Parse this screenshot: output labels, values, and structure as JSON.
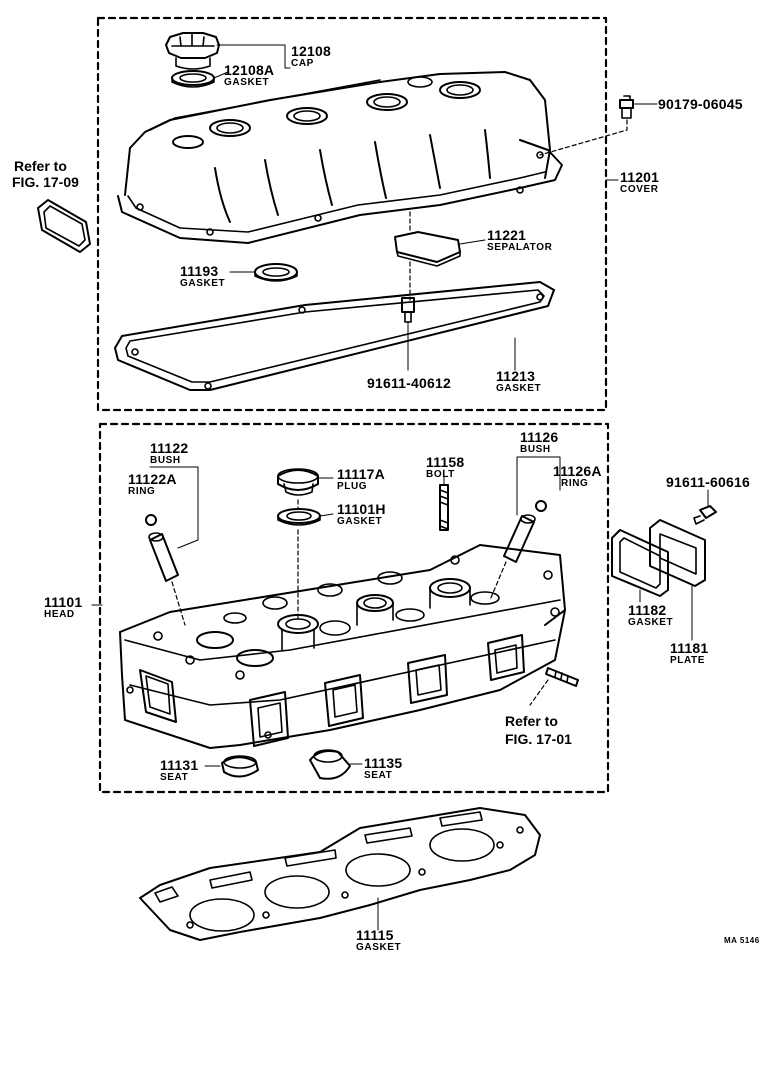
{
  "labels": {
    "p12108": {
      "num": "12108",
      "name": "CAP"
    },
    "p12108a": {
      "num": "12108A",
      "name": "GASKET"
    },
    "p90179": {
      "num": "90179-06045"
    },
    "p11201": {
      "num": "11201",
      "name": "COVER"
    },
    "p11221": {
      "num": "11221",
      "name": "SEPALATOR"
    },
    "p11193": {
      "num": "11193",
      "name": "GASKET"
    },
    "p11213": {
      "num": "11213",
      "name": "GASKET"
    },
    "p91611a": {
      "num": "91611-40612"
    },
    "p11122": {
      "num": "11122",
      "name": "BUSH"
    },
    "p11122a": {
      "num": "11122A",
      "name": "RING"
    },
    "p11117a": {
      "num": "11117A",
      "name": "PLUG"
    },
    "p11101h": {
      "num": "11101H",
      "name": "GASKET"
    },
    "p11158": {
      "num": "11158",
      "name": "BOLT"
    },
    "p11126": {
      "num": "11126",
      "name": "BUSH"
    },
    "p11126a": {
      "num": "11126A",
      "name": "RING"
    },
    "p91611b": {
      "num": "91611-60616"
    },
    "p11101": {
      "num": "11101",
      "name": "HEAD"
    },
    "p11182": {
      "num": "11182",
      "name": "GASKET"
    },
    "p11181": {
      "num": "11181",
      "name": "PLATE"
    },
    "p11131": {
      "num": "11131",
      "name": "SEAT"
    },
    "p11135": {
      "num": "11135",
      "name": "SEAT"
    },
    "p11115": {
      "num": "11115",
      "name": "GASKET"
    }
  },
  "refs": {
    "fig1709": {
      "line1": "Refer to",
      "line2": "FIG. 17-09"
    },
    "fig1701": {
      "line1": "Refer to",
      "line2": "FIG. 17-01"
    }
  },
  "code": "MA 5146"
}
